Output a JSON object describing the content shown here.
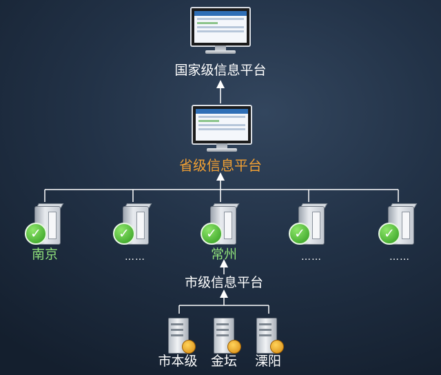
{
  "platforms": {
    "national": "国家级信息平台",
    "provincial": "省级信息平台",
    "city": "市级信息平台"
  },
  "cities": [
    {
      "label": "南京",
      "status": "check-icon"
    },
    {
      "label": "……",
      "status": "check-icon"
    },
    {
      "label": "常州",
      "status": "check-icon"
    },
    {
      "label": "……",
      "status": "check-icon"
    },
    {
      "label": "……",
      "status": "check-icon"
    }
  ],
  "districts": [
    "市本级",
    "金坛",
    "溧阳"
  ],
  "colors": {
    "provincial_label": "#f2a033",
    "city_label": "#8fe07a",
    "connector": "#ffffff",
    "background": "#223247"
  }
}
